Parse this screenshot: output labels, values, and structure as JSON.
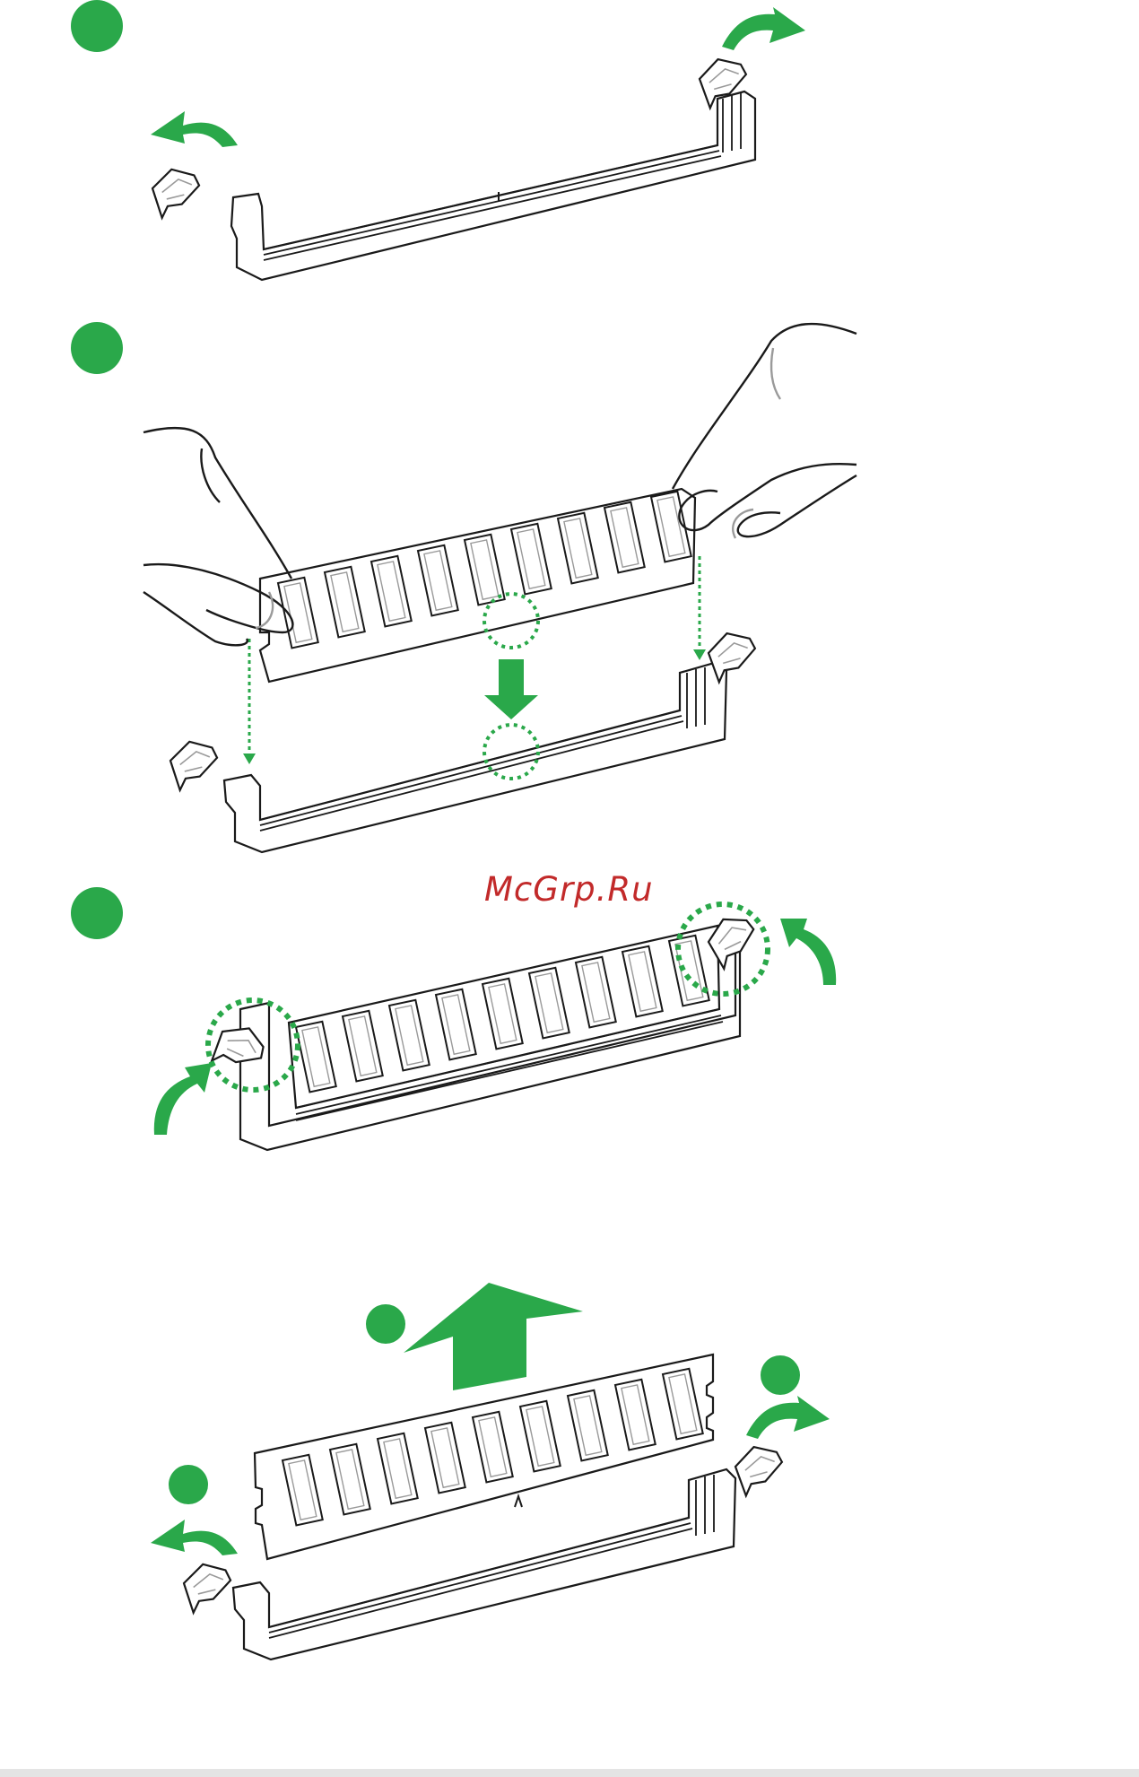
{
  "watermark": {
    "text": "McGrp.Ru"
  },
  "colors": {
    "accent": "#2aa84a",
    "line": "#1a1a1a",
    "fill": "#ffffff",
    "detail": "#9a9a9a"
  },
  "icons": {
    "step_marker": "filled-circle",
    "arrow": "curved-arrow",
    "insert_arrow": "down-arrow",
    "remove_arrow": "up-arrow"
  },
  "steps": [
    {
      "id": "step-1-unlock-clips"
    },
    {
      "id": "step-2-align-and-insert-module"
    },
    {
      "id": "step-3-clips-lock"
    },
    {
      "id": "remove-module"
    }
  ]
}
